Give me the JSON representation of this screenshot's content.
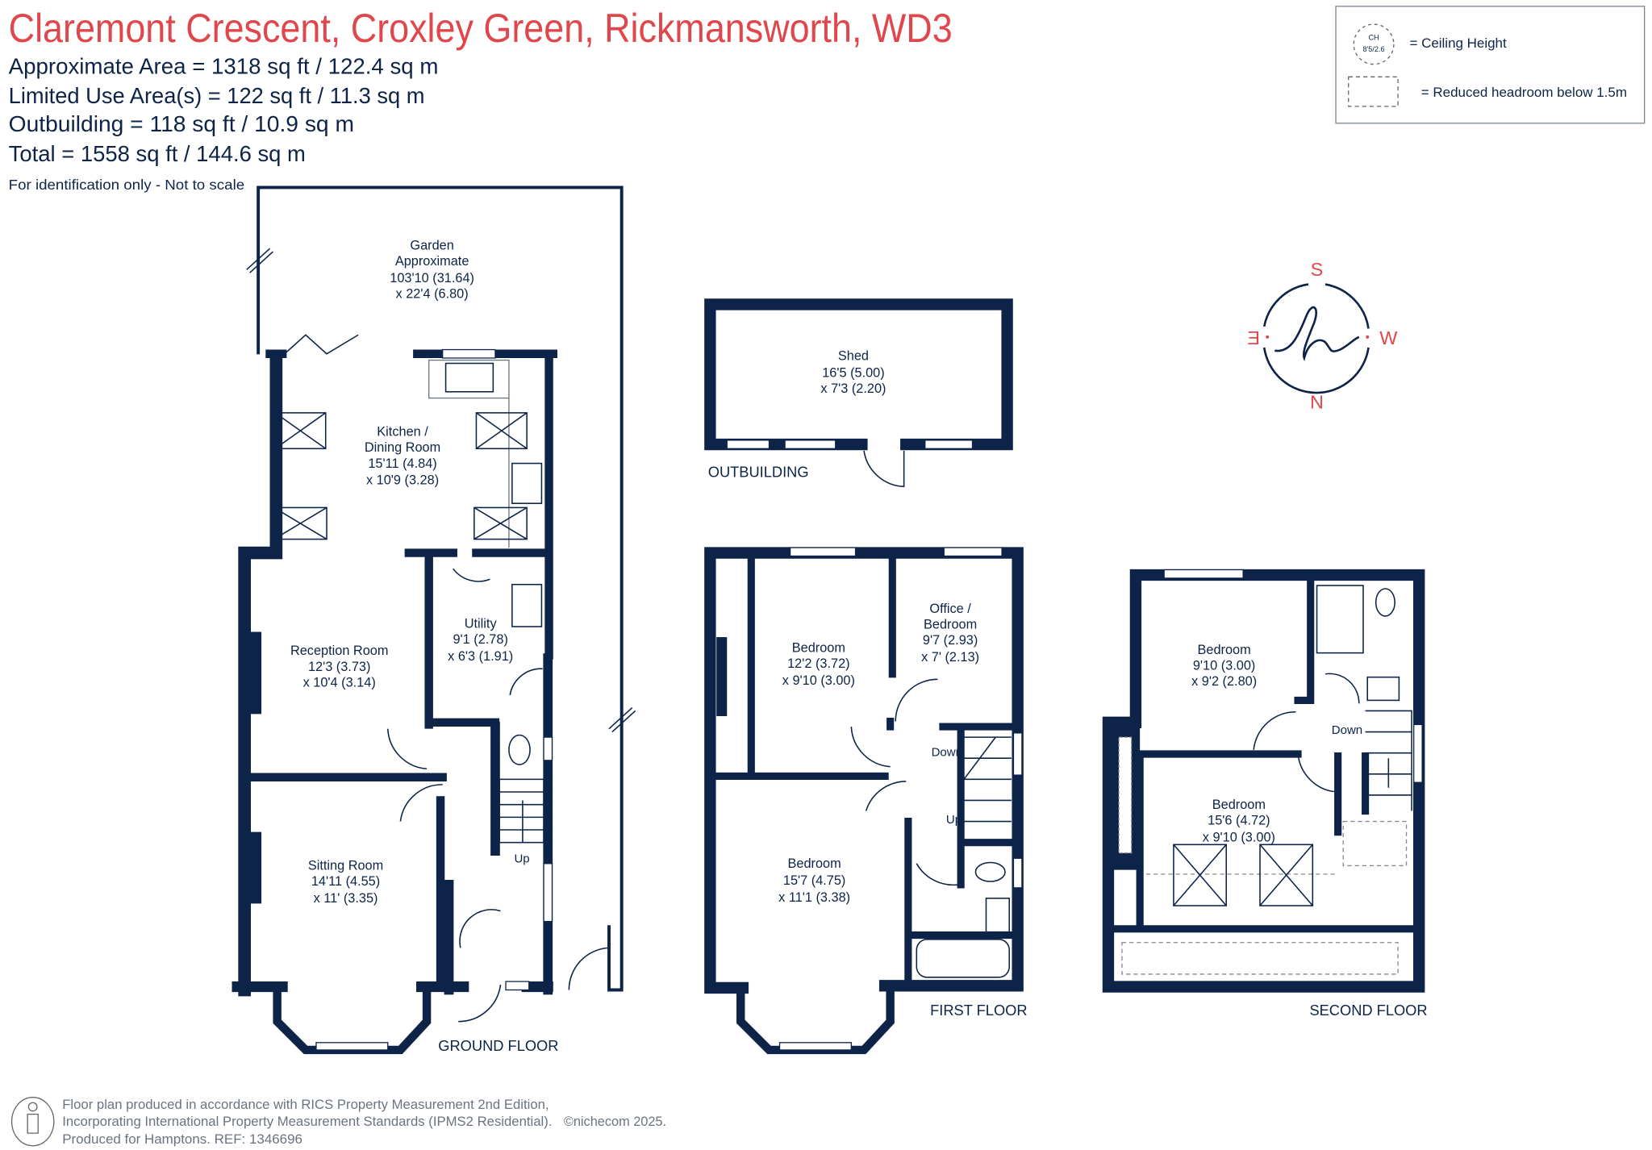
{
  "header": {
    "title": "Claremont Crescent, Croxley Green, Rickmansworth, WD3",
    "areas": [
      "Approximate Area = 1318 sq ft / 122.4 sq m",
      "Limited Use Area(s) = 122 sq ft / 11.3 sq m",
      "Outbuilding = 118 sq ft / 10.9 sq m",
      "Total = 1558 sq ft / 144.6 sq m"
    ],
    "disclaimer": "For identification only - Not to scale"
  },
  "legend": {
    "ch_symbol_top": "CH",
    "ch_symbol_bottom": "8'5/2.6",
    "ceiling_height": "= Ceiling Height",
    "reduced_headroom": "= Reduced headroom below 1.5m"
  },
  "compass": {
    "s": "S",
    "n": "N",
    "e": "E",
    "w": "W"
  },
  "colors": {
    "navy": "#0d2448",
    "red": "#e0474c"
  },
  "ground_floor": {
    "label": "GROUND FLOOR",
    "garden": [
      "Garden",
      "Approximate",
      "103'10 (31.64)",
      "x 22'4 (6.80)"
    ],
    "kitchen": [
      "Kitchen /",
      "Dining Room",
      "15'11 (4.84)",
      "x 10'9 (3.28)"
    ],
    "utility": [
      "Utility",
      "9'1 (2.78)",
      "x  6'3 (1.91)"
    ],
    "reception": [
      "Reception Room",
      "12'3 (3.73)",
      "x 10'4 (3.14)"
    ],
    "sitting": [
      "Sitting Room",
      "14'11 (4.55)",
      "x 11' (3.35)"
    ],
    "stairs": "Up"
  },
  "outbuilding": {
    "label": "OUTBUILDING",
    "shed": [
      "Shed",
      "16'5 (5.00)",
      "x 7'3 (2.20)"
    ]
  },
  "first_floor": {
    "label": "FIRST FLOOR",
    "bedroom_back": [
      "Bedroom",
      "12'2 (3.72)",
      "x 9'10 (3.00)"
    ],
    "office": [
      "Office /",
      "Bedroom",
      "9'7 (2.93)",
      "x 7' (2.13)"
    ],
    "bedroom_front": [
      "Bedroom",
      "15'7 (4.75)",
      "x 11'1 (3.38)"
    ],
    "stairs_down": "Down",
    "stairs_up": "Up"
  },
  "second_floor": {
    "label": "SECOND FLOOR",
    "bedroom_back": [
      "Bedroom",
      "9'10 (3.00)",
      "x 9'2 (2.80)"
    ],
    "bedroom_front": [
      "Bedroom",
      "15'6 (4.72)",
      "x 9'10 (3.00)"
    ],
    "stairs_down": "Down"
  },
  "footer": {
    "lines": [
      "Floor plan produced in accordance with RICS Property Measurement 2nd Edition,",
      "Incorporating International Property Measurement Standards (IPMS2 Residential).",
      "Produced for Hamptons.   REF:  1346696"
    ],
    "copyright": "©nichecom 2025."
  }
}
